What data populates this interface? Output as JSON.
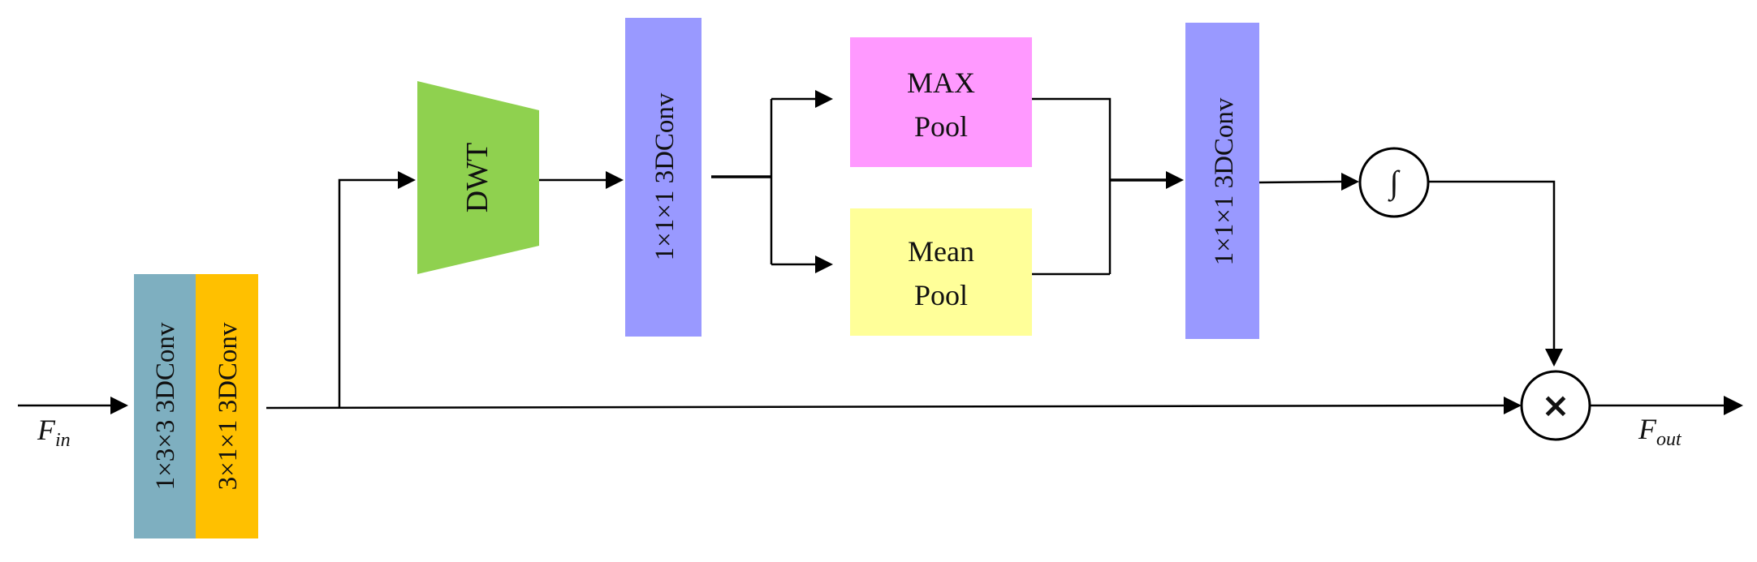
{
  "input_label": {
    "base": "F",
    "sub": "in"
  },
  "output_label": {
    "base": "F",
    "sub": "out"
  },
  "conv_1x3x3": {
    "text": "1×3×3 3DConv",
    "color": "#7EAFC0"
  },
  "conv_3x1x1": {
    "text": "3×1×1 3DConv",
    "color": "#FFC000"
  },
  "dwt": {
    "text": "DWT",
    "color": "#8FD14F"
  },
  "conv_1x1x1_a": {
    "text": "1×1×1 3DConv",
    "color": "#9999FF"
  },
  "max_pool": {
    "line1": "MAX",
    "line2": "Pool",
    "color": "#FF99FF"
  },
  "mean_pool": {
    "line1": "Mean",
    "line2": "Pool",
    "color": "#FFFF99"
  },
  "conv_1x1x1_b": {
    "text": "1×1×1 3DConv",
    "color": "#9999FF"
  },
  "integral_op": {
    "symbol": "∫"
  },
  "multiply_op": {
    "symbol": "×"
  }
}
